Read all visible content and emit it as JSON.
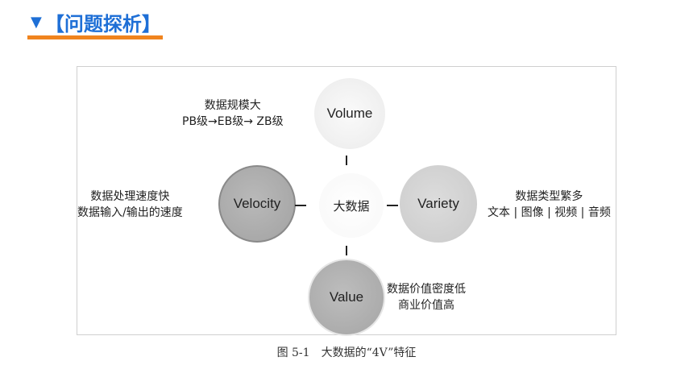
{
  "header": {
    "triangle": "▼",
    "title": "【问题探析】",
    "accent_color": "#1e6fd6",
    "underline_color": "#f0841e"
  },
  "diagram": {
    "center": "大数据",
    "nodes": {
      "volume": {
        "label": "Volume",
        "desc": [
          "数据规模大",
          "PB级→EB级→ ZB级"
        ]
      },
      "velocity": {
        "label": "Velocity",
        "desc": [
          "数据处理速度快",
          "数据输入/输出的速度"
        ]
      },
      "variety": {
        "label": "Variety",
        "desc": [
          "数据类型繁多",
          "文本 | 图像 | 视频 | 音频"
        ]
      },
      "value": {
        "label": "Value",
        "desc": [
          "数据价值密度低",
          "商业价值高"
        ]
      }
    }
  },
  "caption": "图 5-1　大数据的“4V”特征"
}
